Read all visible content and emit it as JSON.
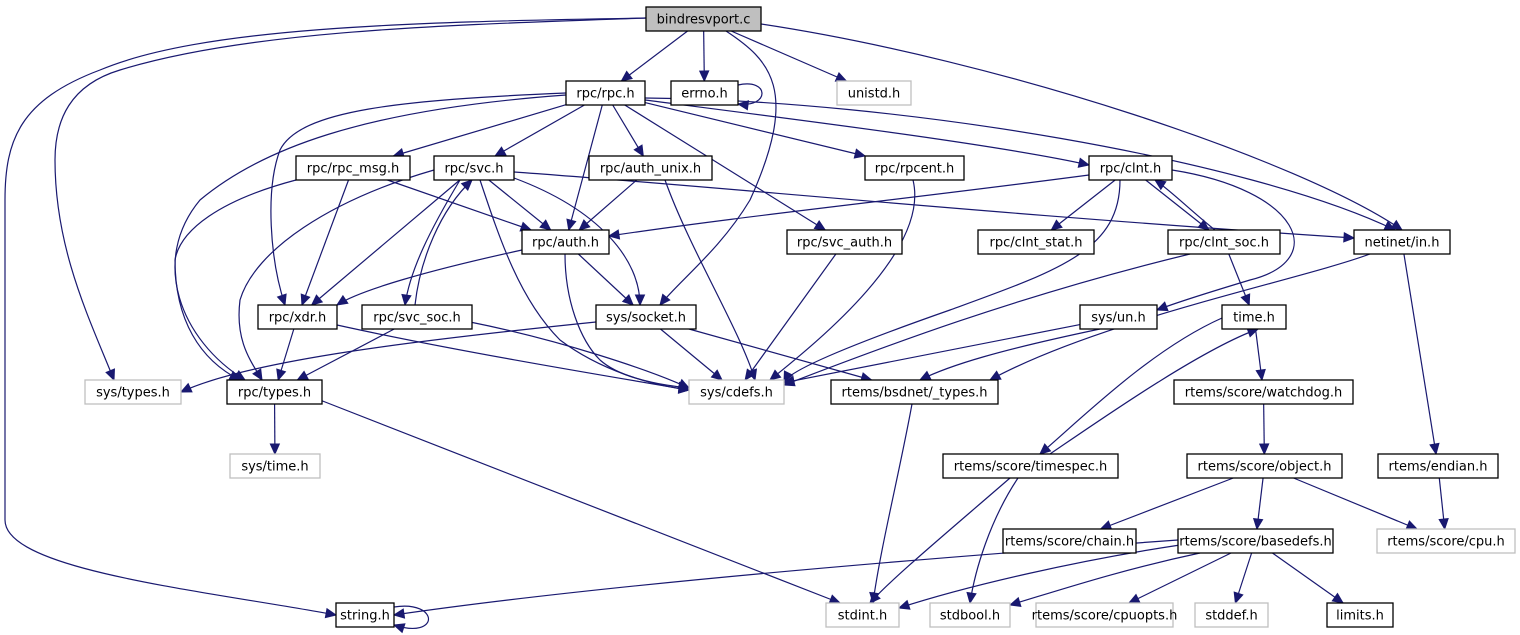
{
  "title": "bindresvport.c",
  "colors": {
    "edge": "#191970",
    "root_fill": "#bfbfbf",
    "node_border": "#000000",
    "external_border": "#bfbfbf"
  },
  "nodes": {
    "root": {
      "label": "bindresvport.c",
      "kind": "root"
    },
    "rpc_rpc": {
      "label": "rpc/rpc.h",
      "kind": "documented"
    },
    "errno": {
      "label": "errno.h",
      "kind": "documented"
    },
    "unistd": {
      "label": "unistd.h",
      "kind": "external"
    },
    "rpc_msg": {
      "label": "rpc/rpc_msg.h",
      "kind": "documented"
    },
    "rpc_svc": {
      "label": "rpc/svc.h",
      "kind": "documented"
    },
    "auth_unix": {
      "label": "rpc/auth_unix.h",
      "kind": "documented"
    },
    "rpcent": {
      "label": "rpc/rpcent.h",
      "kind": "documented"
    },
    "clnt": {
      "label": "rpc/clnt.h",
      "kind": "documented"
    },
    "auth": {
      "label": "rpc/auth.h",
      "kind": "documented"
    },
    "svc_auth": {
      "label": "rpc/svc_auth.h",
      "kind": "documented"
    },
    "clnt_stat": {
      "label": "rpc/clnt_stat.h",
      "kind": "documented"
    },
    "clnt_soc": {
      "label": "rpc/clnt_soc.h",
      "kind": "documented"
    },
    "netinet_in": {
      "label": "netinet/in.h",
      "kind": "documented"
    },
    "xdr": {
      "label": "rpc/xdr.h",
      "kind": "documented"
    },
    "svc_soc": {
      "label": "rpc/svc_soc.h",
      "kind": "documented"
    },
    "socket": {
      "label": "sys/socket.h",
      "kind": "documented"
    },
    "sys_un": {
      "label": "sys/un.h",
      "kind": "documented"
    },
    "time": {
      "label": "time.h",
      "kind": "documented"
    },
    "sys_types": {
      "label": "sys/types.h",
      "kind": "external"
    },
    "rpc_types": {
      "label": "rpc/types.h",
      "kind": "documented"
    },
    "cdefs": {
      "label": "sys/cdefs.h",
      "kind": "external"
    },
    "bsd_types": {
      "label": "rtems/bsdnet/_types.h",
      "kind": "documented"
    },
    "watchdog": {
      "label": "rtems/score/watchdog.h",
      "kind": "documented"
    },
    "sys_time": {
      "label": "sys/time.h",
      "kind": "external"
    },
    "timespec": {
      "label": "rtems/score/timespec.h",
      "kind": "documented"
    },
    "object": {
      "label": "rtems/score/object.h",
      "kind": "documented"
    },
    "endian": {
      "label": "rtems/endian.h",
      "kind": "documented"
    },
    "chain": {
      "label": "rtems/score/chain.h",
      "kind": "documented"
    },
    "basedefs": {
      "label": "rtems/score/basedefs.h",
      "kind": "documented"
    },
    "cpu": {
      "label": "rtems/score/cpu.h",
      "kind": "external"
    },
    "string": {
      "label": "string.h",
      "kind": "documented"
    },
    "stdint": {
      "label": "stdint.h",
      "kind": "external"
    },
    "stdbool": {
      "label": "stdbool.h",
      "kind": "external"
    },
    "cpuopts": {
      "label": "rtems/score/cpuopts.h",
      "kind": "external"
    },
    "stddef": {
      "label": "stddef.h",
      "kind": "external"
    },
    "limits": {
      "label": "limits.h",
      "kind": "documented"
    }
  },
  "edges": [
    [
      "root",
      "rpc_rpc"
    ],
    [
      "root",
      "errno"
    ],
    [
      "root",
      "unistd"
    ],
    [
      "root",
      "socket"
    ],
    [
      "root",
      "netinet_in"
    ],
    [
      "root",
      "sys_types"
    ],
    [
      "root",
      "string"
    ],
    [
      "errno",
      "errno"
    ],
    [
      "rpc_rpc",
      "rpc_msg"
    ],
    [
      "rpc_rpc",
      "rpc_svc"
    ],
    [
      "rpc_rpc",
      "auth_unix"
    ],
    [
      "rpc_rpc",
      "rpcent"
    ],
    [
      "rpc_rpc",
      "clnt"
    ],
    [
      "rpc_rpc",
      "auth"
    ],
    [
      "rpc_rpc",
      "xdr"
    ],
    [
      "rpc_rpc",
      "rpc_types"
    ],
    [
      "rpc_rpc",
      "svc_auth"
    ],
    [
      "rpc_rpc",
      "netinet_in"
    ],
    [
      "rpc_msg",
      "xdr"
    ],
    [
      "rpc_msg",
      "auth"
    ],
    [
      "rpc_msg",
      "rpc_types"
    ],
    [
      "rpc_svc",
      "auth"
    ],
    [
      "rpc_svc",
      "xdr"
    ],
    [
      "rpc_svc",
      "svc_soc"
    ],
    [
      "rpc_svc",
      "socket"
    ],
    [
      "rpc_svc",
      "cdefs"
    ],
    [
      "rpc_svc",
      "rpc_types"
    ],
    [
      "rpc_svc",
      "netinet_in"
    ],
    [
      "auth_unix",
      "auth"
    ],
    [
      "auth_unix",
      "cdefs"
    ],
    [
      "rpcent",
      "cdefs"
    ],
    [
      "clnt",
      "auth"
    ],
    [
      "clnt",
      "clnt_stat"
    ],
    [
      "clnt",
      "clnt_soc"
    ],
    [
      "clnt",
      "cdefs"
    ],
    [
      "clnt",
      "sys_un"
    ],
    [
      "clnt_soc",
      "clnt"
    ],
    [
      "clnt_soc",
      "time"
    ],
    [
      "clnt_soc",
      "cdefs"
    ],
    [
      "auth",
      "xdr"
    ],
    [
      "auth",
      "socket"
    ],
    [
      "auth",
      "cdefs"
    ],
    [
      "svc_auth",
      "cdefs"
    ],
    [
      "svc_soc",
      "rpc_svc"
    ],
    [
      "svc_soc",
      "rpc_types"
    ],
    [
      "svc_soc",
      "cdefs"
    ],
    [
      "xdr",
      "rpc_types"
    ],
    [
      "xdr",
      "cdefs"
    ],
    [
      "socket",
      "cdefs"
    ],
    [
      "socket",
      "bsd_types"
    ],
    [
      "socket",
      "sys_types"
    ],
    [
      "sys_un",
      "cdefs"
    ],
    [
      "sys_un",
      "bsd_types"
    ],
    [
      "netinet_in",
      "bsd_types"
    ],
    [
      "netinet_in",
      "endian"
    ],
    [
      "time",
      "watchdog"
    ],
    [
      "time",
      "timespec"
    ],
    [
      "timespec",
      "time"
    ],
    [
      "timespec",
      "stdint"
    ],
    [
      "timespec",
      "stdbool"
    ],
    [
      "rpc_types",
      "sys_time"
    ],
    [
      "rpc_types",
      "stdint"
    ],
    [
      "bsd_types",
      "stdint"
    ],
    [
      "watchdog",
      "object"
    ],
    [
      "object",
      "chain"
    ],
    [
      "object",
      "basedefs"
    ],
    [
      "object",
      "cpu"
    ],
    [
      "endian",
      "cpu"
    ],
    [
      "basedefs",
      "string"
    ],
    [
      "basedefs",
      "stdint"
    ],
    [
      "basedefs",
      "stdbool"
    ],
    [
      "basedefs",
      "cpuopts"
    ],
    [
      "basedefs",
      "stddef"
    ],
    [
      "basedefs",
      "limits"
    ],
    [
      "string",
      "string"
    ]
  ]
}
